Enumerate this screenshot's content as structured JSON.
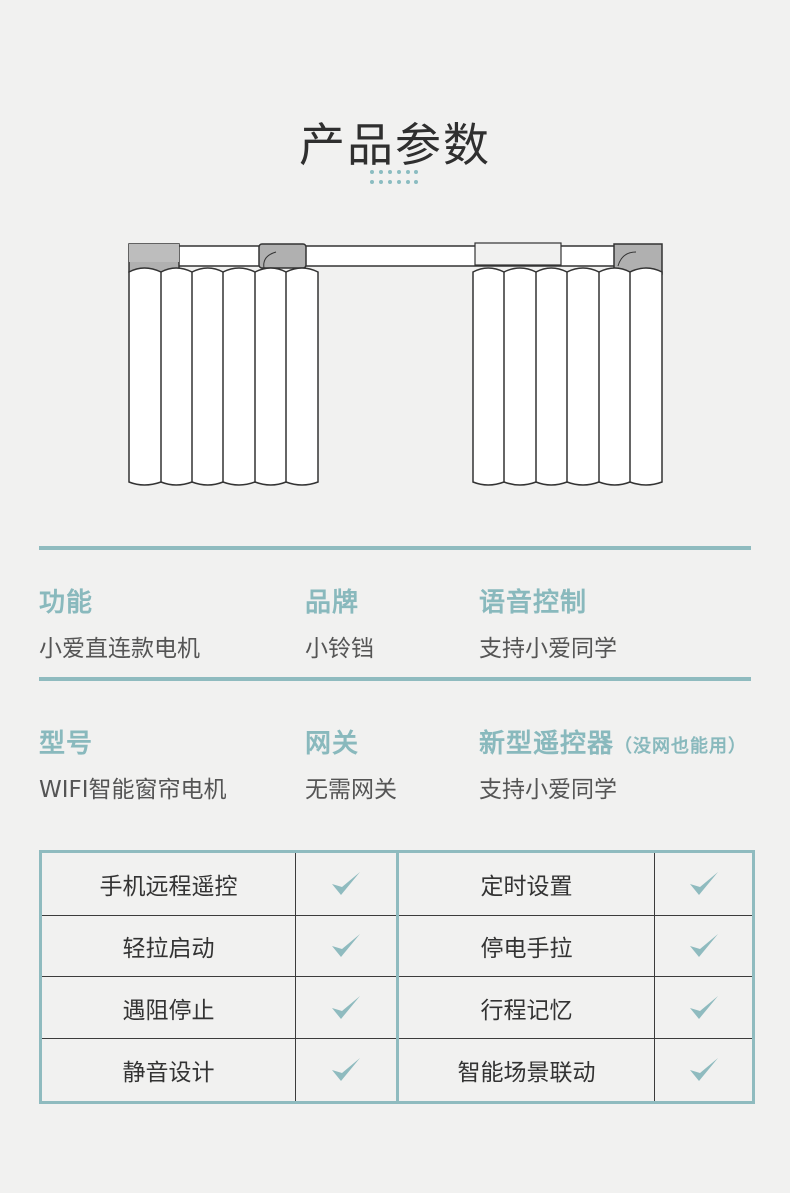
{
  "title": "产品参数",
  "specs": [
    {
      "label": "功能",
      "value": "小爱直连款电机"
    },
    {
      "label": "品牌",
      "value": "小铃铛"
    },
    {
      "label": "语音控制",
      "value": "支持小爱同学"
    },
    {
      "label": "型号",
      "value": "WIFI智能窗帘电机"
    },
    {
      "label": "网关",
      "value": "无需网关"
    },
    {
      "label": "新型遥控器",
      "note": "（没网也能用）",
      "value": "支持小爱同学"
    }
  ],
  "features": [
    [
      "手机远程遥控",
      "定时设置"
    ],
    [
      "轻拉启动",
      "停电手拉"
    ],
    [
      "遇阻停止",
      "行程记忆"
    ],
    [
      "静音设计",
      "智能场景联动"
    ]
  ],
  "colors": {
    "accent": "#8fbbbf",
    "text": "#555555",
    "background": "#f1f1f0"
  },
  "icons": [
    "curtain-illustration",
    "check-icon"
  ]
}
